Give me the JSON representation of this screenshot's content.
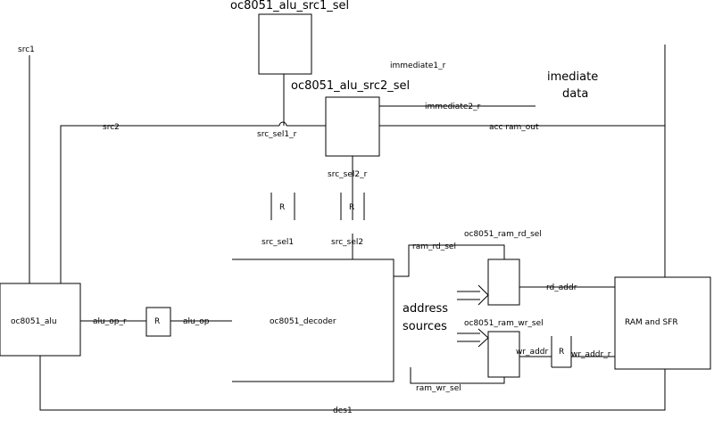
{
  "blocks": {
    "src1_sel": "oc8051_alu_src1_sel",
    "src2_sel": "oc8051_alu_src2_sel",
    "alu": "oc8051_alu",
    "decoder": "oc8051_decoder",
    "ram_rd_sel": "oc8051_ram_rd_sel",
    "ram_wr_sel": "oc8051_ram_wr_sel",
    "ram_sfr": "RAM and SFR"
  },
  "signals": {
    "src1": "src1",
    "src2": "src2",
    "immediate1_r": "immediate1_r",
    "immediate2_r": "immediate2_r",
    "acc_ram_out": "acc  ram_out",
    "src_sel1_r": "src_sel1_r",
    "src_sel2_r": "src_sel2_r",
    "src_sel1": "src_sel1",
    "src_sel2": "src_sel2",
    "alu_op_r": "alu_op_r",
    "alu_op": "alu_op",
    "ram_rd_sel": "ram_rd_sel",
    "ram_wr_sel": "ram_wr_sel",
    "rd_addr": "rd_addr",
    "wr_addr": "wr_addr",
    "wr_addr_r": "wr_addr_r",
    "des1": "des1"
  },
  "annotations": {
    "immediate_line1": "imediate",
    "immediate_line2": "data",
    "address_line1": "address",
    "address_line2": "sources"
  },
  "register_label": "R"
}
